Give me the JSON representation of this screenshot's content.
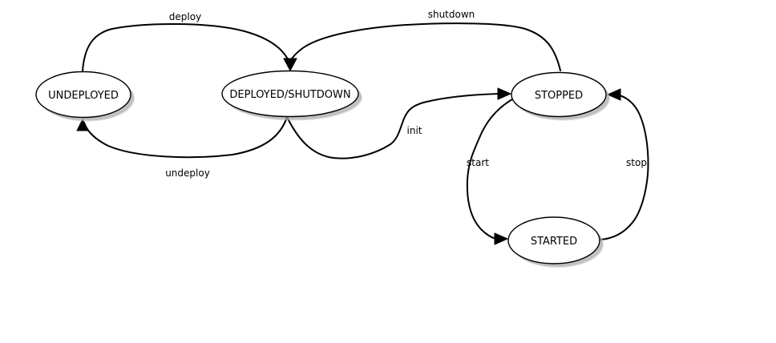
{
  "diagram": {
    "type": "state-machine",
    "colors": {
      "background": "#FFFFFF",
      "node_fill": "#FFFFFF",
      "node_stroke": "#000000",
      "node_shadow": "#A6A6A6",
      "edge_stroke": "#000000",
      "text": "#000000"
    },
    "states": [
      {
        "id": "undeployed",
        "label": "UNDEPLOYED"
      },
      {
        "id": "deployed_shutdown",
        "label": "DEPLOYED/SHUTDOWN"
      },
      {
        "id": "stopped",
        "label": "STOPPED"
      },
      {
        "id": "started",
        "label": "STARTED"
      }
    ],
    "transitions": [
      {
        "id": "deploy",
        "label": "deploy",
        "from": "UNDEPLOYED",
        "to": "DEPLOYED/SHUTDOWN"
      },
      {
        "id": "shutdown",
        "label": "shutdown",
        "from": "STOPPED",
        "to": "DEPLOYED/SHUTDOWN"
      },
      {
        "id": "undeploy",
        "label": "undeploy",
        "from": "DEPLOYED/SHUTDOWN",
        "to": "UNDEPLOYED"
      },
      {
        "id": "init",
        "label": "init",
        "from": "DEPLOYED/SHUTDOWN",
        "to": "STOPPED"
      },
      {
        "id": "start",
        "label": "start",
        "from": "STOPPED",
        "to": "STARTED"
      },
      {
        "id": "stop",
        "label": "stop",
        "from": "STARTED",
        "to": "STOPPED"
      }
    ]
  }
}
